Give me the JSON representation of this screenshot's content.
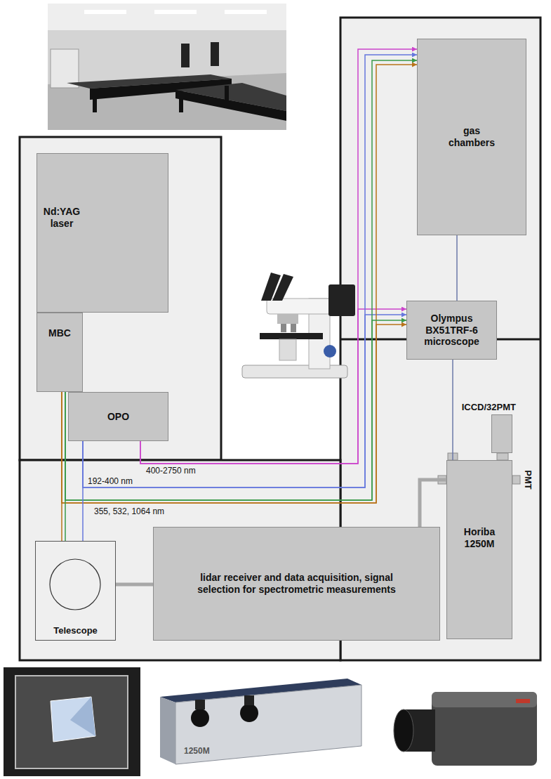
{
  "diagram": {
    "nodes": [
      {
        "text": [
          "Nd:YAG laser"
        ]
      },
      {
        "text": [
          "MBC"
        ]
      },
      {
        "text": [
          "OPO"
        ]
      },
      {
        "text": [
          "gas chambers"
        ]
      },
      {
        "text": [
          "Olympus BX51TRF-6 microscope"
        ]
      },
      {
        "text": [
          "ICCD/32PMT"
        ]
      },
      {
        "text": [
          "Horiba 1250M"
        ]
      },
      {
        "text": [
          "lidar receiver and data acquisition, signal selection for spectrometric measurements"
        ]
      },
      {
        "text": [
          "Telescope"
        ]
      }
    ],
    "edges": [
      {
        "from": 2,
        "to": 3,
        "arrow": "to",
        "label": "400-2750 nm"
      },
      {
        "from": 2,
        "to": 4,
        "arrow": "to"
      },
      {
        "from": 2,
        "to": 3,
        "arrow": "to",
        "label": "192-400 nm"
      },
      {
        "from": 2,
        "to": 4,
        "arrow": "to"
      },
      {
        "from": 1,
        "to": 3,
        "arrow": "to",
        "label": "355, 532, 1064 nm"
      },
      {
        "from": 1,
        "to": 4,
        "arrow": "to"
      },
      {
        "from": 1,
        "to": 8,
        "arrow": "none"
      },
      {
        "from": 2,
        "to": 8,
        "arrow": "none"
      },
      {
        "from": 3,
        "to": 4,
        "arrow": "none"
      },
      {
        "from": 4,
        "to": 6,
        "arrow": "none"
      },
      {
        "from": 8,
        "to": 7,
        "arrow": "none"
      },
      {
        "from": 7,
        "to": 6,
        "arrow": "none"
      }
    ],
    "labels": [
      "PMT",
      "1250M"
    ]
  }
}
